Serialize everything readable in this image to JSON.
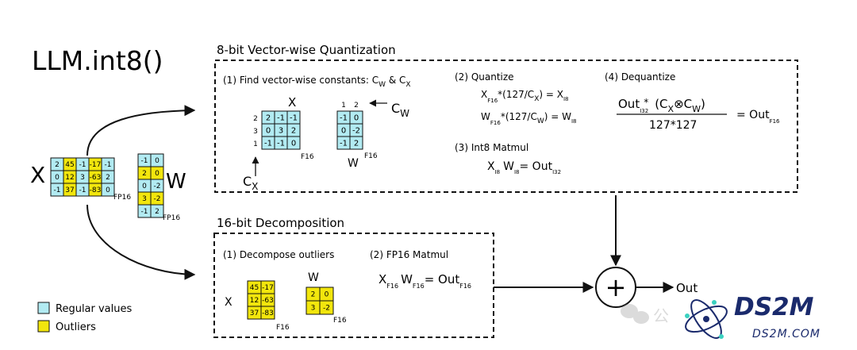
{
  "title": "LLM.int8()",
  "colors": {
    "regular": "#b2ebf2",
    "outlier": "#f2e60d",
    "stroke": "#111111"
  },
  "input": {
    "x_label": "X",
    "w_label": "W",
    "x_fp_label": "FP16",
    "w_fp_label": "FP16",
    "x_matrix": [
      [
        "2",
        "45",
        "-1",
        "-17",
        "-1"
      ],
      [
        "0",
        "12",
        "3",
        "-63",
        "2"
      ],
      [
        "-1",
        "37",
        "-1",
        "-83",
        "0"
      ]
    ],
    "w_matrix": [
      [
        "-1",
        "0"
      ],
      [
        "2",
        "0"
      ],
      [
        "0",
        "-2"
      ],
      [
        "3",
        "-2"
      ],
      [
        "-1",
        "2"
      ]
    ]
  },
  "vq": {
    "title": "8-bit Vector-wise Quantization",
    "step1": {
      "text": "(1) Find vector-wise constants: C",
      "sub_w": "W",
      "amp": " & C",
      "sub_x": "X"
    },
    "x_label": "X",
    "w_label": "W",
    "f16_x": "F16",
    "f16_w": "F16",
    "cw_label": "C",
    "cw_sub": "W",
    "cx_label": "C",
    "cx_sub": "X",
    "row_idx": [
      "2",
      "3",
      "1"
    ],
    "col_idx": [
      "1",
      "2"
    ],
    "x_matrix": [
      [
        "2",
        "-1",
        "-1"
      ],
      [
        "0",
        "3",
        "2"
      ],
      [
        "-1",
        "-1",
        "0"
      ]
    ],
    "w_matrix": [
      [
        "-1",
        "0"
      ],
      [
        "0",
        "-2"
      ],
      [
        "-1",
        "2"
      ]
    ],
    "step2": "(2) Quantize",
    "eq1": {
      "a": "X",
      "sub_a": "F16",
      "b": "*(127/C",
      "sub_b": "X",
      "c": ") = X",
      "sub_c": "I8"
    },
    "eq2": {
      "a": "W",
      "sub_a": "F16",
      "b": "*(127/C",
      "sub_b": "W",
      "c": ") = W",
      "sub_c": "I8"
    },
    "step3": "(3) Int8 Matmul",
    "eq3": {
      "a": "X",
      "sub_a": "I8",
      "b": "W",
      "sub_b": "I8",
      "c": "= Out",
      "sub_c": "I32"
    },
    "step4": "(4) Dequantize",
    "deq": {
      "num": "Out",
      "num_sub": "I32",
      "num_star": "*",
      "cx": "(C",
      "cx_sub": "X",
      "cw": "C",
      "cw_sub": "W",
      "close": ")",
      "den": "127*127",
      "eq": "= Out",
      "eq_sub": "F16"
    }
  },
  "dec": {
    "title": "16-bit Decomposition",
    "step1": "(1) Decompose outliers",
    "x_label": "X",
    "w_label": "W",
    "f16_x": "F16",
    "f16_w": "F16",
    "x_matrix": [
      [
        "45",
        "-17"
      ],
      [
        "12",
        "-63"
      ],
      [
        "37",
        "-83"
      ]
    ],
    "w_matrix": [
      [
        "2",
        "0"
      ],
      [
        "3",
        "-2"
      ]
    ],
    "step2": "(2) FP16 Matmul",
    "eq": {
      "a": "X",
      "sub_a": "F16",
      "b": "W",
      "sub_b": "F16",
      "c": "= Out",
      "sub_c": "F16"
    }
  },
  "output": {
    "plus": "+",
    "label": "Out"
  },
  "legend": {
    "regular": "Regular values",
    "outliers": "Outliers"
  },
  "watermark": {
    "brand": "DS2M",
    "domain": "DS2M.COM"
  }
}
